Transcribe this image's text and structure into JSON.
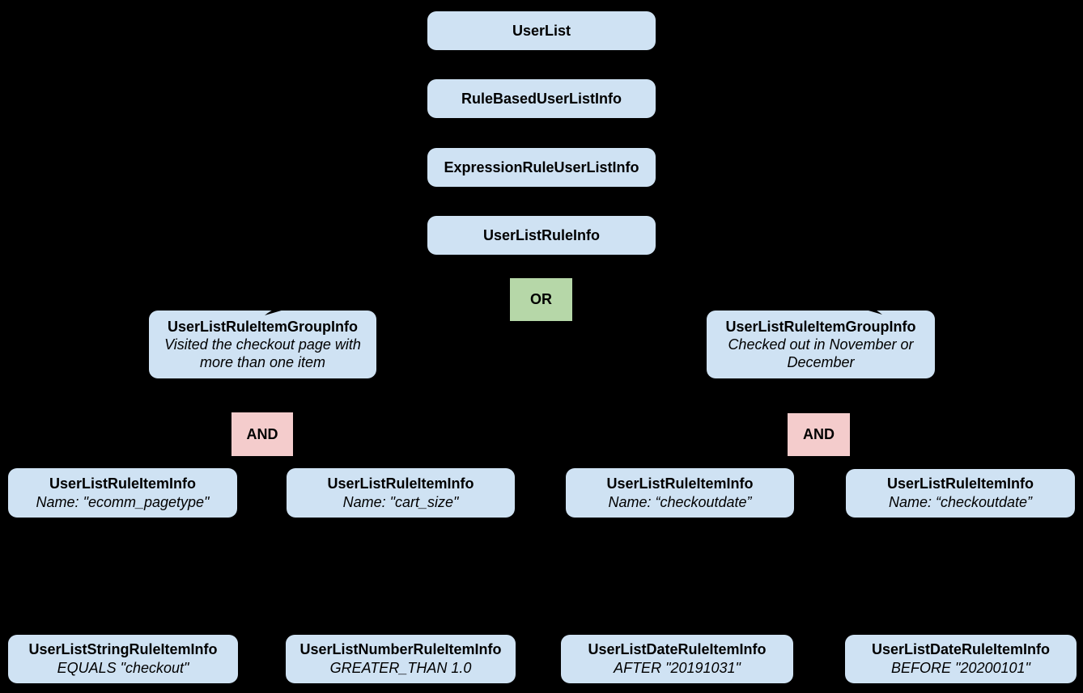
{
  "diagram": {
    "colors": {
      "background": "#000000",
      "node_fill": "#cfe2f3",
      "or_fill": "#b6d7a8",
      "and_fill": "#f4cccc",
      "text": "#000000"
    },
    "chain": [
      {
        "title": "UserList"
      },
      {
        "title": "RuleBasedUserListInfo"
      },
      {
        "title": "ExpressionRuleUserListInfo"
      },
      {
        "title": "UserListRuleInfo"
      }
    ],
    "or_label": "OR",
    "groups": [
      {
        "title": "UserListRuleItemGroupInfo",
        "description": "Visited the checkout page with more than one item",
        "and_label": "AND"
      },
      {
        "title": "UserListRuleItemGroupInfo",
        "description": "Checked out in November or December",
        "and_label": "AND"
      }
    ],
    "rule_items": [
      {
        "title": "UserListRuleItemInfo",
        "subtitle": "Name: \"ecomm_pagetype\""
      },
      {
        "title": "UserListRuleItemInfo",
        "subtitle": "Name: \"cart_size\""
      },
      {
        "title": "UserListRuleItemInfo",
        "subtitle": "Name: “checkoutdate”"
      },
      {
        "title": "UserListRuleItemInfo",
        "subtitle": "Name: “checkoutdate”"
      }
    ],
    "operands": [
      {
        "title": "UserListStringRuleItemInfo",
        "subtitle": "EQUALS \"checkout\""
      },
      {
        "title": "UserListNumberRuleItemInfo",
        "subtitle": "GREATER_THAN 1.0"
      },
      {
        "title": "UserListDateRuleItemInfo",
        "subtitle": "AFTER \"20191031\""
      },
      {
        "title": "UserListDateRuleItemInfo",
        "subtitle": "BEFORE \"20200101\""
      }
    ]
  }
}
